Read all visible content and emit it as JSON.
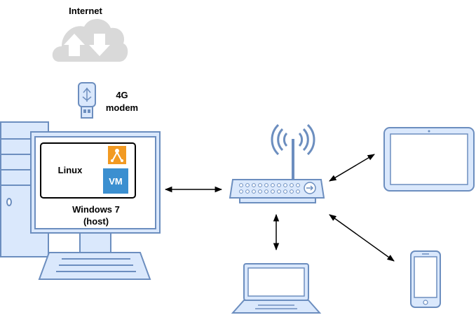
{
  "labels": {
    "internet": "Internet",
    "modem_line1": "4G",
    "modem_line2": "modem",
    "linux": "Linux",
    "vm": "VM",
    "host_line1": "Windows 7",
    "host_line2": "(host)"
  },
  "colors": {
    "device_fill": "#dae8fc",
    "device_stroke": "#6c8ebf",
    "cloud": "#d9d9d9",
    "vm_badge": "#3b8fd0",
    "linux_badge": "#f29a22",
    "arrow": "#000000"
  },
  "icons": [
    "cloud-upload-download-icon",
    "usb-modem-icon",
    "desktop-computer-icon",
    "linux-icon",
    "vm-icon",
    "wifi-router-icon",
    "tablet-icon",
    "laptop-icon",
    "smartphone-icon"
  ]
}
